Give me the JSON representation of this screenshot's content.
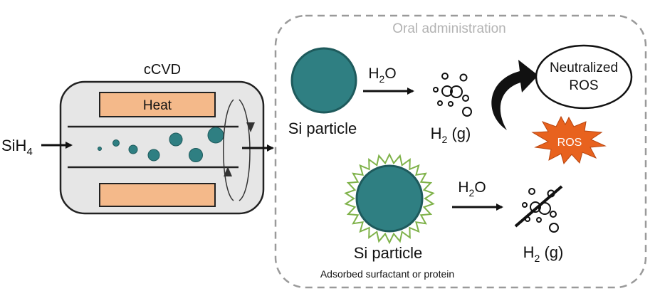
{
  "reactor": {
    "title": "cCVD",
    "heat_label": "Heat",
    "input_main": "SiH",
    "input_sub": "4"
  },
  "oral": {
    "title": "Oral administration",
    "particle_label_top": "Si particle",
    "particle_label_bottom": "Si particle",
    "surfactant_label": "Adsorbed surfactant or protein",
    "water_main": "H",
    "water_sub": "2",
    "water_tail": "O",
    "hydrogen_main": "H",
    "hydrogen_sub": "2",
    "hydrogen_tail": " (g)",
    "neutralized_line1": "Neutralized",
    "neutralized_line2": "ROS",
    "ros_label": "ROS"
  },
  "colors": {
    "particle": "#2f7f82",
    "particle_dark": "#1e5a5c",
    "heater": "#f4b98a",
    "reactor_body": "#e6e6e6",
    "ros_burst": "#e8621e",
    "surfactant": "#7fb24a",
    "dashed_border": "#9a9a9a"
  }
}
